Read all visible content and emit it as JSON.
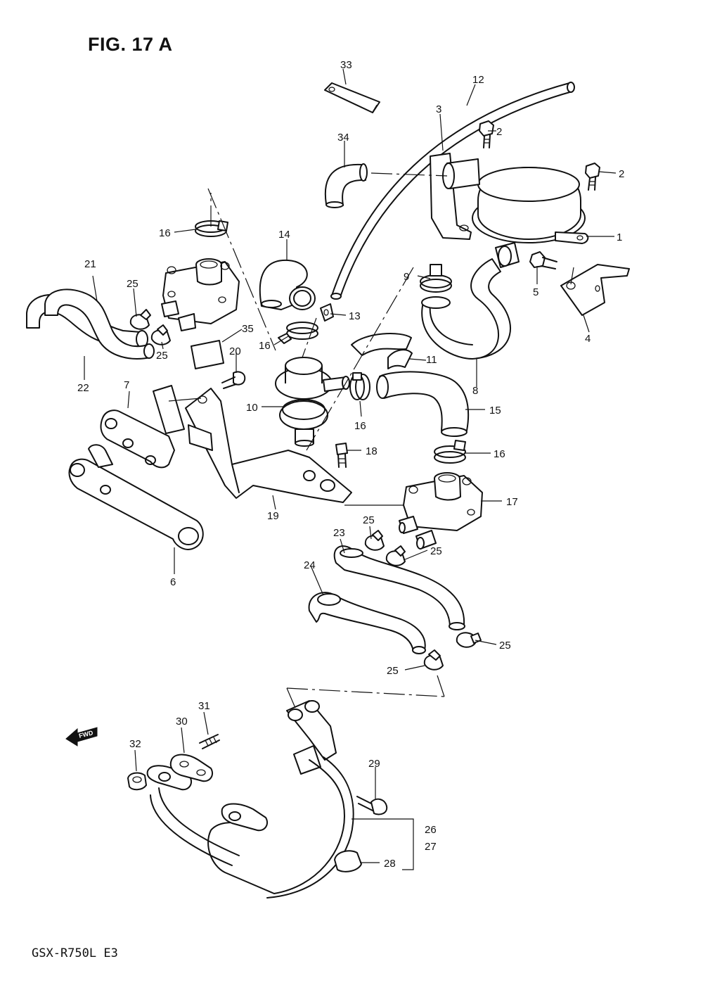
{
  "figure": {
    "title": "FIG. 17 A",
    "model_code": "GSX-R750L  E3",
    "direction_arrow_label": "FWD"
  },
  "callouts": {
    "c1": "1",
    "c2a": "2",
    "c2b": "2",
    "c3": "3",
    "c4": "4",
    "c5": "5",
    "c6": "6",
    "c7": "7",
    "c8": "8",
    "c9": "9",
    "c10": "10",
    "c11": "11",
    "c12": "12",
    "c13": "13",
    "c14": "14",
    "c15": "15",
    "c16a": "16",
    "c16b": "16",
    "c16c": "16",
    "c16d": "16",
    "c17": "17",
    "c18": "18",
    "c19": "19",
    "c20": "20",
    "c21": "21",
    "c22": "22",
    "c23": "23",
    "c24": "24",
    "c25a": "25",
    "c25b": "25",
    "c25c": "25",
    "c25d": "25",
    "c25e": "25",
    "c25f": "25",
    "c26": "26",
    "c27": "27",
    "c28": "28",
    "c29": "29",
    "c30": "30",
    "c31": "31",
    "c32": "32",
    "c33": "33",
    "c34": "34",
    "c35": "35"
  }
}
